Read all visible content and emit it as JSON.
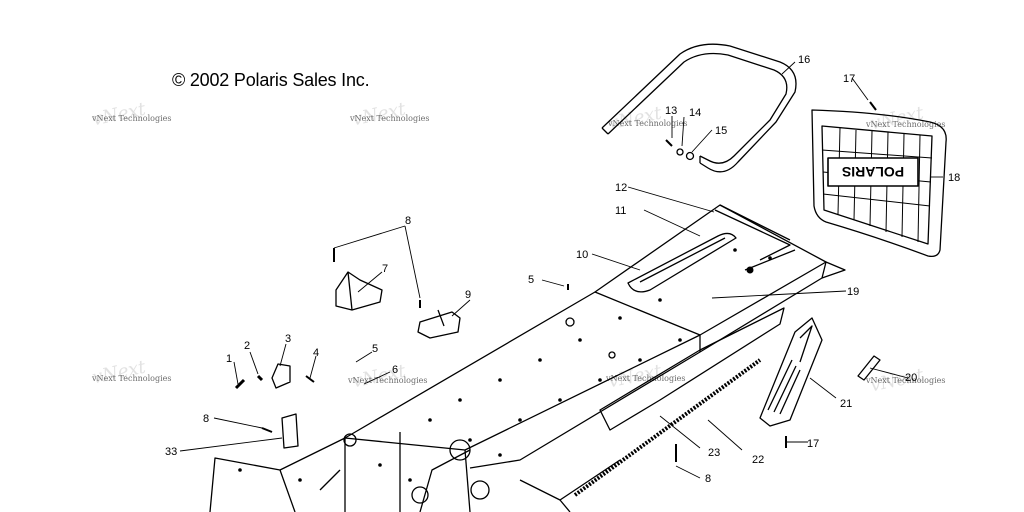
{
  "copyright": "© 2002 Polaris Sales Inc.",
  "watermark": "vNext Technologies",
  "watermark_ghost": "vNext",
  "grille_badge": "POLARIS",
  "callouts": [
    "16",
    "17",
    "13",
    "14",
    "15",
    "12",
    "18",
    "11",
    "8",
    "10",
    "7",
    "5",
    "19",
    "9",
    "3",
    "2",
    "5",
    "1",
    "4",
    "6",
    "20",
    "21",
    "8",
    "33",
    "17",
    "23",
    "22",
    "8"
  ]
}
